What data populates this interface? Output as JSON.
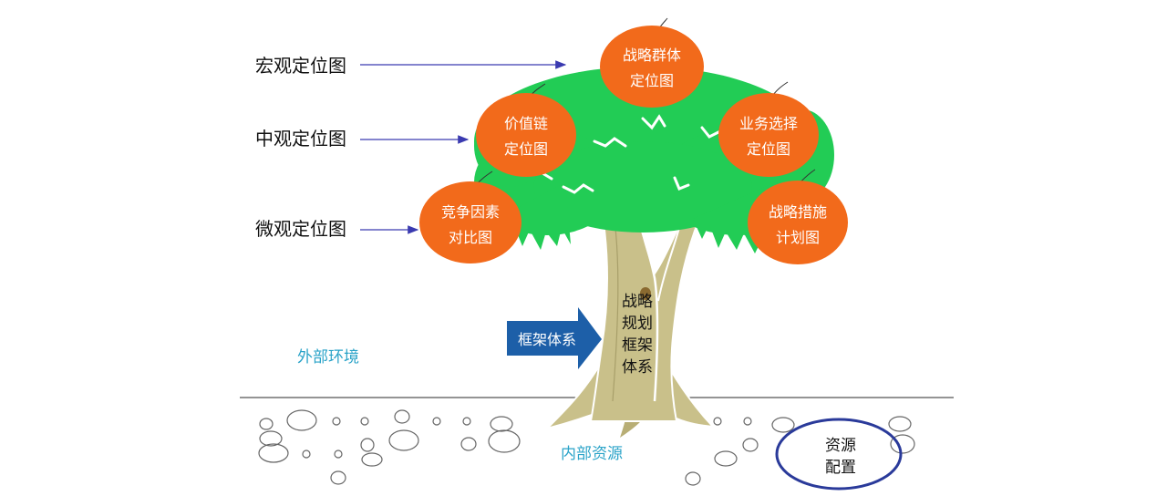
{
  "levels": {
    "macro": "宏观定位图",
    "meso": "中观定位图",
    "micro": "微观定位图"
  },
  "fruits": {
    "group": [
      "战略群体",
      "定位图"
    ],
    "value_chain": [
      "价值链",
      "定位图"
    ],
    "business": [
      "业务选择",
      "定位图"
    ],
    "competition": [
      "竞争因素",
      "对比图"
    ],
    "measures": [
      "战略措施",
      "计划图"
    ]
  },
  "trunk_text": [
    "战略",
    "规划",
    "框架",
    "体系"
  ],
  "framework_arrow": "框架体系",
  "external_env": "外部环境",
  "internal_resources": "内部资源",
  "resource_allocation": [
    "资源",
    "配置"
  ],
  "colors": {
    "foliage": "#22cc55",
    "fruit": "#f26a1b",
    "trunk": "#c9c08a",
    "arrow": "#3a3ab0",
    "framework_arrow": "#1d5fa8",
    "teal_text": "#2aa3c8",
    "ring": "#2a3a9a"
  }
}
